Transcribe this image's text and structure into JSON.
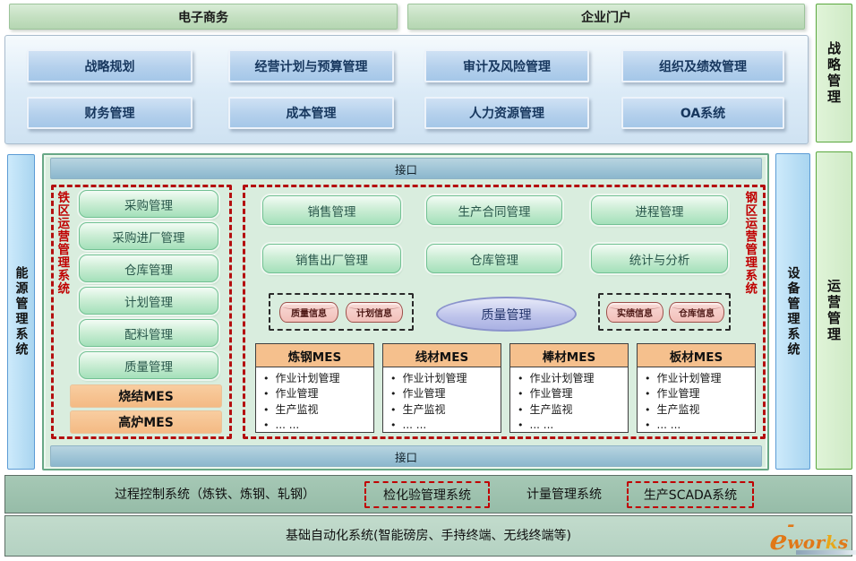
{
  "colors": {
    "accent_red": "#c00000",
    "green_bar": "#c3dfc0",
    "blue_button": "#b4d0ec",
    "mid_panel": "#d9edde",
    "interface_bar": "#9cc3d5",
    "orange": "#f5c08d",
    "sage_dark": "#96bca8",
    "sage_light": "#b4d2c2"
  },
  "top_bars": {
    "ecommerce": "电子商务",
    "portal": "企业门户"
  },
  "right_bars": {
    "strategy": "战略管理",
    "operations": "运营管理"
  },
  "side_bars": {
    "energy": "能源管理系统",
    "equipment": "设备管理系统"
  },
  "mgmt_panel": {
    "row1": [
      "战略规划",
      "经营计划与预算管理",
      "审计及风险管理",
      "组织及绩效管理"
    ],
    "row2": [
      "财务管理",
      "成本管理",
      "人力资源管理",
      "OA系统"
    ]
  },
  "middle": {
    "interface_top": "接口",
    "interface_bottom": "接口",
    "iron_zone": {
      "label": "铁区运营管理系统",
      "buttons": [
        "采购管理",
        "采购进厂管理",
        "仓库管理",
        "计划管理",
        "配料管理",
        "质量管理"
      ],
      "mes_bars": [
        "烧结MES",
        "高炉MES"
      ]
    },
    "steel_zone": {
      "label": "钢区运营管理系统",
      "row1": [
        "销售管理",
        "生产合同管理",
        "进程管理"
      ],
      "row2": [
        "销售出厂管理",
        "仓库管理",
        "统计与分析"
      ],
      "info_left": [
        "质量信息",
        "计划信息"
      ],
      "quality_ellipse": "质量管理",
      "info_right": [
        "实绩信息",
        "仓库信息"
      ],
      "mes_cards": [
        {
          "title": "炼钢MES",
          "items": [
            "作业计划管理",
            "作业管理",
            "生产监视",
            "... ..."
          ]
        },
        {
          "title": "线材MES",
          "items": [
            "作业计划管理",
            "作业管理",
            "生产监视",
            "... ..."
          ]
        },
        {
          "title": "棒材MES",
          "items": [
            "作业计划管理",
            "作业管理",
            "生产监视",
            "... ..."
          ]
        },
        {
          "title": "板材MES",
          "items": [
            "作业计划管理",
            "作业管理",
            "生产监视",
            "... ..."
          ]
        }
      ]
    }
  },
  "bottom": {
    "process_control": "过程控制系统（炼铁、炼钢、轧钢）",
    "inspection_system": "检化验管理系统",
    "metering_system": "计量管理系统",
    "scada_system": "生产SCADA系统",
    "base_automation": "基础自动化系统(智能磅房、手持终端、无线终端等)",
    "logo": {
      "e": "e",
      "wor": "-wor",
      "k": "k",
      "s": "s"
    }
  }
}
